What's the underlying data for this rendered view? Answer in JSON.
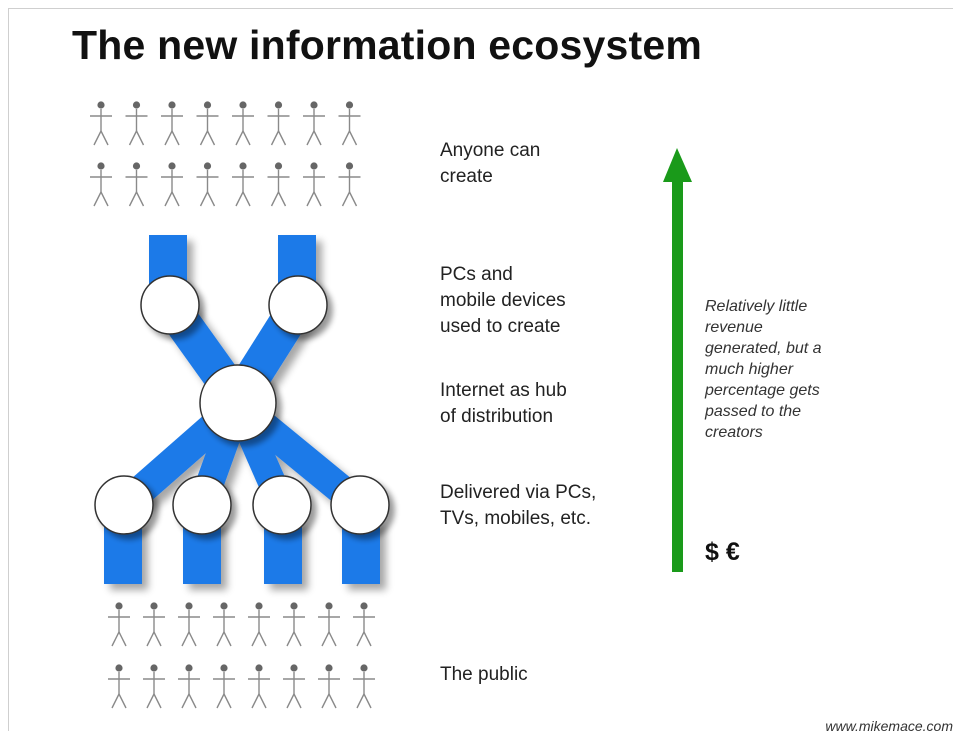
{
  "title": "The new information ecosystem",
  "stages": [
    {
      "text": "Anyone can\ncreate"
    },
    {
      "text": "PCs and\nmobile devices\nused to create"
    },
    {
      "text": "Internet as hub\nof distribution"
    },
    {
      "text": "Delivered via PCs,\nTVs, mobiles, etc."
    },
    {
      "text": "The public"
    }
  ],
  "revenue_note": "Relatively little\nrevenue\ngenerated, but a\nmuch higher\npercentage gets\npassed to the\ncreators",
  "currency": "$ €",
  "credit": "www.mikemace.com",
  "colors": {
    "pipe": "#1e7ae8",
    "arrow": "#1a9a1a",
    "person": "#8a8a8a",
    "node_fill": "#ffffff",
    "node_stroke": "#333333"
  }
}
